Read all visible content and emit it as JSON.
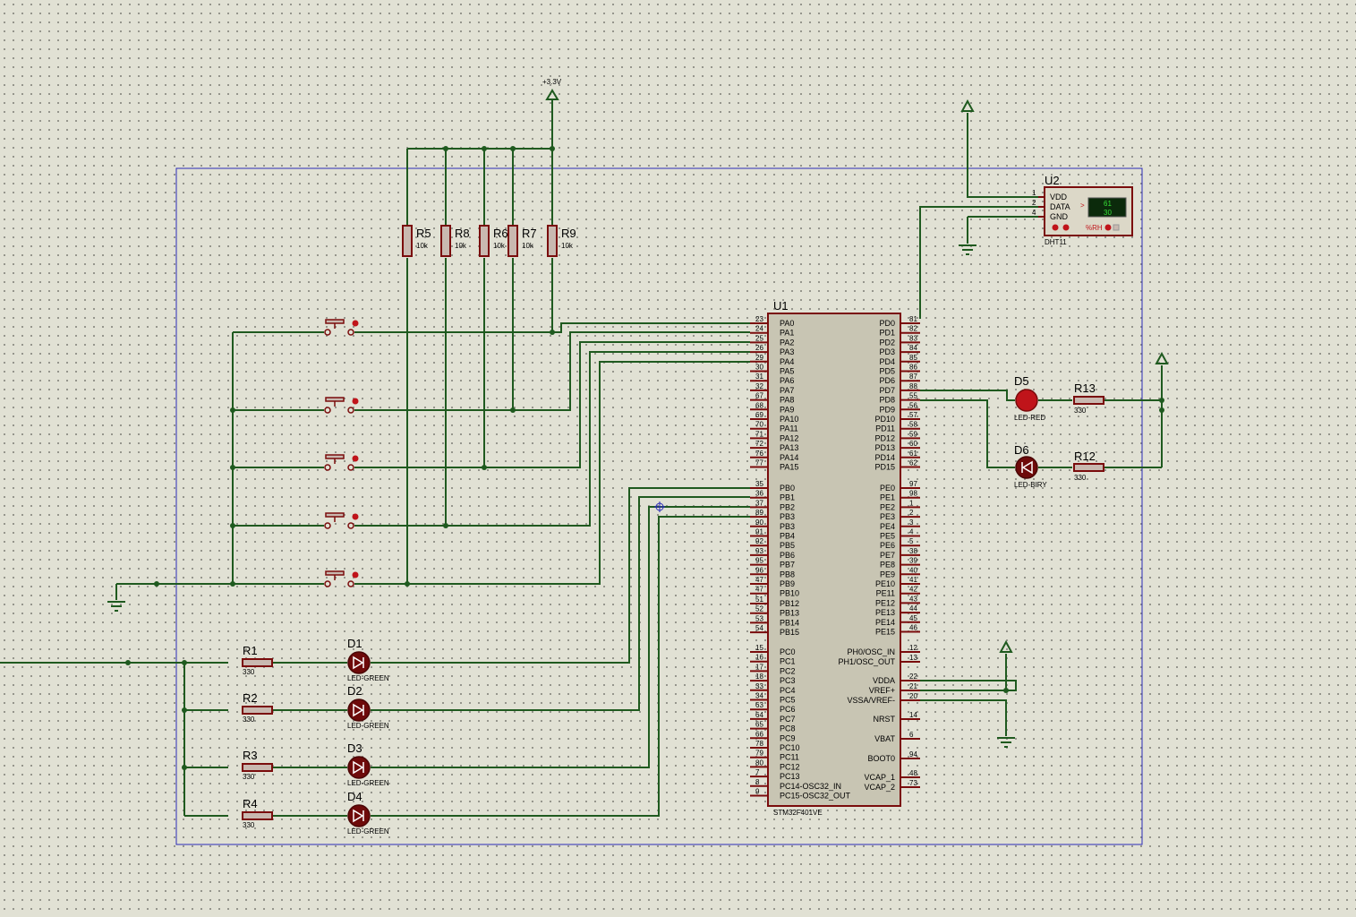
{
  "supply_label": "+3.3V",
  "pullups": [
    {
      "ref": "R5",
      "value": "10k"
    },
    {
      "ref": "R8",
      "value": "10k"
    },
    {
      "ref": "R6",
      "value": "10k"
    },
    {
      "ref": "R7",
      "value": "10k"
    },
    {
      "ref": "R9",
      "value": "10k"
    }
  ],
  "leds_left": [
    {
      "res": "R1",
      "res_value": "330",
      "ref": "D1",
      "type": "LED-GREEN"
    },
    {
      "res": "R2",
      "res_value": "330",
      "ref": "D2",
      "type": "LED-GREEN"
    },
    {
      "res": "R3",
      "res_value": "330",
      "ref": "D3",
      "type": "LED-GREEN"
    },
    {
      "res": "R4",
      "res_value": "330",
      "ref": "D4",
      "type": "LED-GREEN"
    }
  ],
  "leds_right": [
    {
      "ref": "D5",
      "type": "LED-RED",
      "res": "R13",
      "res_value": "330"
    },
    {
      "ref": "D6",
      "type": "LED-BIRY",
      "res": "R12",
      "res_value": "330"
    }
  ],
  "mcu": {
    "ref": "U1",
    "part": "STM32F401VE",
    "left_pins": [
      [
        "23",
        "PA0"
      ],
      [
        "24",
        "PA1"
      ],
      [
        "25",
        "PA2"
      ],
      [
        "26",
        "PA3"
      ],
      [
        "29",
        "PA4"
      ],
      [
        "30",
        "PA5"
      ],
      [
        "31",
        "PA6"
      ],
      [
        "32",
        "PA7"
      ],
      [
        "67",
        "PA8"
      ],
      [
        "68",
        "PA9"
      ],
      [
        "69",
        "PA10"
      ],
      [
        "70",
        "PA11"
      ],
      [
        "71",
        "PA12"
      ],
      [
        "72",
        "PA13"
      ],
      [
        "76",
        "PA14"
      ],
      [
        "77",
        "PA15"
      ],
      [
        "35",
        "PB0"
      ],
      [
        "36",
        "PB1"
      ],
      [
        "37",
        "PB2"
      ],
      [
        "89",
        "PB3"
      ],
      [
        "90",
        "PB3"
      ],
      [
        "91",
        "PB4"
      ],
      [
        "92",
        "PB5"
      ],
      [
        "93",
        "PB6"
      ],
      [
        "95",
        "PB7"
      ],
      [
        "96",
        "PB8"
      ],
      [
        "47",
        "PB9"
      ],
      [
        "47",
        "PB10"
      ],
      [
        "51",
        "PB12"
      ],
      [
        "52",
        "PB13"
      ],
      [
        "53",
        "PB14"
      ],
      [
        "54",
        "PB15"
      ],
      [
        "15",
        "PC0"
      ],
      [
        "16",
        "PC1"
      ],
      [
        "17",
        "PC2"
      ],
      [
        "18",
        "PC3"
      ],
      [
        "33",
        "PC4"
      ],
      [
        "34",
        "PC5"
      ],
      [
        "63",
        "PC6"
      ],
      [
        "64",
        "PC7"
      ],
      [
        "65",
        "PC8"
      ],
      [
        "66",
        "PC9"
      ],
      [
        "78",
        "PC10"
      ],
      [
        "79",
        "PC11"
      ],
      [
        "80",
        "PC12"
      ],
      [
        "7",
        "PC13"
      ],
      [
        "8",
        "PC14-OSC32_IN"
      ],
      [
        "9",
        "PC15-OSC32_OUT"
      ]
    ],
    "right_pins": [
      [
        "81",
        "PD0"
      ],
      [
        "82",
        "PD1"
      ],
      [
        "83",
        "PD2"
      ],
      [
        "84",
        "PD3"
      ],
      [
        "85",
        "PD4"
      ],
      [
        "86",
        "PD5"
      ],
      [
        "87",
        "PD6"
      ],
      [
        "88",
        "PD7"
      ],
      [
        "55",
        "PD8"
      ],
      [
        "56",
        "PD9"
      ],
      [
        "57",
        "PD10"
      ],
      [
        "58",
        "PD11"
      ],
      [
        "59",
        "PD12"
      ],
      [
        "60",
        "PD13"
      ],
      [
        "61",
        "PD14"
      ],
      [
        "62",
        "PD15"
      ],
      [
        "97",
        "PE0"
      ],
      [
        "98",
        "PE1"
      ],
      [
        "1",
        "PE2"
      ],
      [
        "2",
        "PE3"
      ],
      [
        "3",
        "PE4"
      ],
      [
        "4",
        "PE5"
      ],
      [
        "5",
        "PE6"
      ],
      [
        "38",
        "PE7"
      ],
      [
        "39",
        "PE8"
      ],
      [
        "40",
        "PE9"
      ],
      [
        "41",
        "PE10"
      ],
      [
        "42",
        "PE11"
      ],
      [
        "43",
        "PE12"
      ],
      [
        "44",
        "PE13"
      ],
      [
        "45",
        "PE14"
      ],
      [
        "46",
        "PE15"
      ],
      [
        "12",
        "PH0/OSC_IN"
      ],
      [
        "13",
        "PH1/OSC_OUT"
      ],
      [
        "22",
        "VDDA"
      ],
      [
        "21",
        "VREF+"
      ],
      [
        "20",
        "VSSA/VREF-"
      ],
      [
        "14",
        "NRST"
      ],
      [
        "6",
        "VBAT"
      ],
      [
        "94",
        "BOOT0"
      ],
      [
        "48",
        "VCAP_1"
      ],
      [
        "73",
        "VCAP_2"
      ]
    ]
  },
  "sensor": {
    "ref": "U2",
    "part": "DHT11",
    "pins": [
      [
        "1",
        "VDD"
      ],
      [
        "2",
        "DATA"
      ],
      [
        "4",
        "GND"
      ]
    ],
    "display_top": "61",
    "display_bottom": "30",
    "unit": "%RH"
  }
}
